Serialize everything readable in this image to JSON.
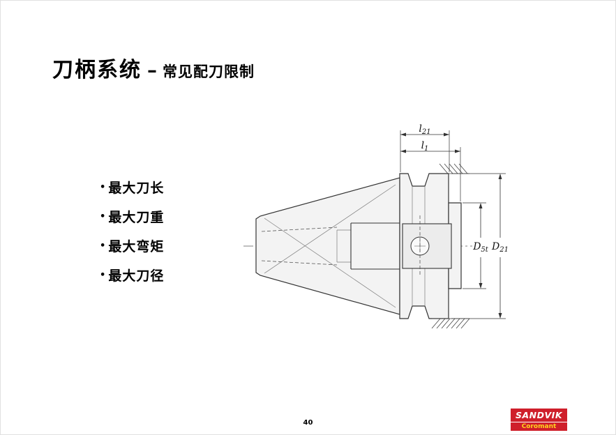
{
  "slide": {
    "title": {
      "main": "刀柄系统",
      "dash": "–",
      "subtitle": "常见配刀限制"
    },
    "bullet_char": "•",
    "bullets": [
      "最大刀长",
      "最大刀重",
      "最大弯矩",
      "最大刀径"
    ],
    "page_number": "40",
    "logo": {
      "brand": "SANDVIK",
      "sub": "Coromant",
      "red": "#cf1f2b",
      "yellow": "#ffd21e"
    }
  },
  "drawing": {
    "dims": {
      "l21": {
        "base": "l",
        "sub": "21"
      },
      "l1": {
        "base": "l",
        "sub": "1"
      },
      "D5t": {
        "base": "D",
        "sub": "5t"
      },
      "D21": {
        "base": "D",
        "sub": "21"
      }
    }
  }
}
